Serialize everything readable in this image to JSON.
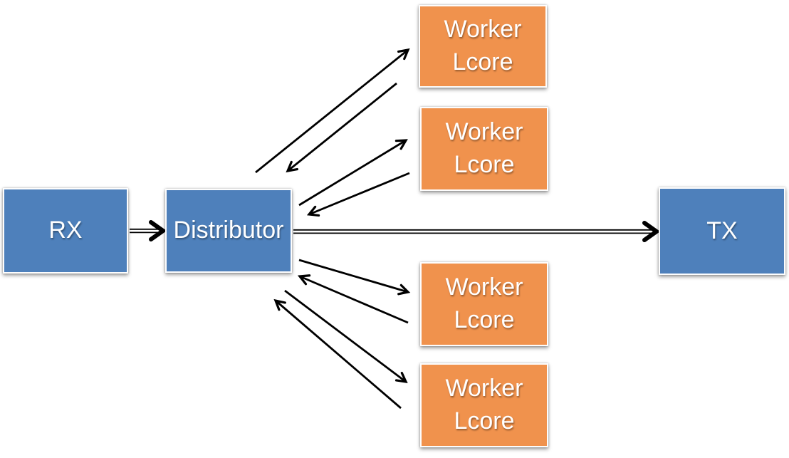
{
  "diagram": {
    "nodes": {
      "rx": {
        "label": "RX"
      },
      "distributor": {
        "label": "Distributor"
      },
      "tx": {
        "label": "TX"
      },
      "workers": [
        {
          "line1": "Worker",
          "line2": "Lcore"
        },
        {
          "line1": "Worker",
          "line2": "Lcore"
        },
        {
          "line1": "Worker",
          "line2": "Lcore"
        },
        {
          "line1": "Worker",
          "line2": "Lcore"
        }
      ]
    },
    "colors": {
      "blue_node": "#4E80BB",
      "orange_node": "#F0924D",
      "arrow": "#000000",
      "label_text": "#FFFFFF",
      "background": "#FFFFFF"
    }
  }
}
